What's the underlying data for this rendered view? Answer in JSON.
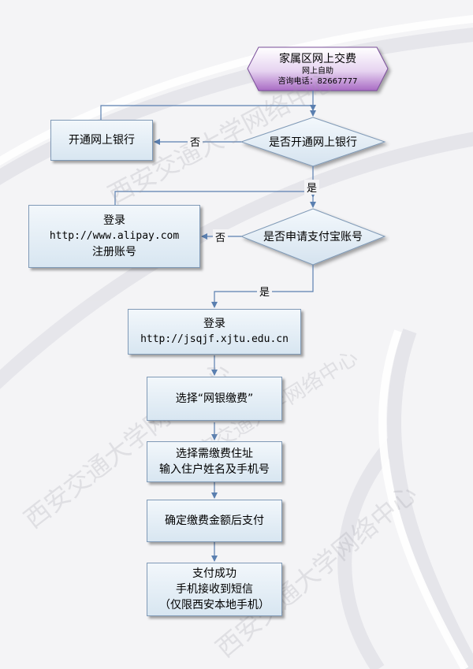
{
  "start": {
    "title": "家属区网上交费",
    "subtitle": "网上自助",
    "phone": "咨询电话：82667777"
  },
  "decision_bank": {
    "text": "是否开通网上银行"
  },
  "box_bank": {
    "text": "开通网上银行"
  },
  "decision_alipay": {
    "text": "是否申请支付宝账号"
  },
  "box_alipay": {
    "line1": "登录",
    "line2": "http://www.alipay.com",
    "line3": "注册账号"
  },
  "box_login": {
    "line1": "登录",
    "line2": "http://jsqjf.xjtu.edu.cn"
  },
  "box_select": {
    "text": "选择“网银缴费”"
  },
  "box_address": {
    "line1": "选择需缴费住址",
    "line2": "输入住户姓名及手机号"
  },
  "box_confirm": {
    "text": "确定缴费金额后支付"
  },
  "box_success": {
    "line1": "支付成功",
    "line2": "手机接收到短信",
    "line3": "（仅限西安本地手机）"
  },
  "labels": {
    "no1": "否",
    "yes1": "是",
    "no2": "否",
    "yes2": "是"
  },
  "watermarks": [
    "西安交通大学网络中心",
    "西安交通大学网络中心",
    "西安交通大学网络中心",
    "西安交通大学网络中心"
  ]
}
